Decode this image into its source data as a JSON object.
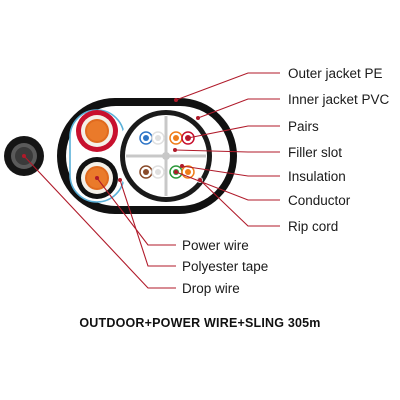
{
  "labels": {
    "outer_jacket": "Outer jacket PE",
    "inner_jacket": "Inner jacket PVC",
    "pairs": "Pairs",
    "filler_slot": "Filler slot",
    "insulation": "Insulation",
    "conductor": "Conductor",
    "rip_cord": "Rip cord",
    "power_wire": "Power wire",
    "polyester_tape": "Polyester tape",
    "drop_wire": "Drop wire"
  },
  "caption": "OUTDOOR+POWER WIRE+SLING 305m",
  "colors": {
    "leader": "#b01a2a",
    "outer_jacket": "#111111",
    "inner_jacket": "#1e1e1e",
    "tape_ring": "#5ab0d8",
    "power_wire_orange": "#e06a1e",
    "power_wire_red_ring": "#c8102e",
    "pair_blue": "#2e75c7",
    "pair_orange": "#ef7d1a",
    "pair_green": "#2e9a3c",
    "pair_brown": "#8a4b2a"
  }
}
